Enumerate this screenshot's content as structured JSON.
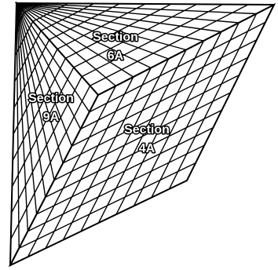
{
  "grid_divisions": 10,
  "colors": {
    "line": "#000000",
    "background": "#ffffff"
  },
  "sections": [
    {
      "id": "6A",
      "line1": "Section",
      "line2": "6A"
    },
    {
      "id": "9A",
      "line1": "Section",
      "line2": "9A"
    },
    {
      "id": "4A",
      "line1": "Section",
      "line2": "4A"
    }
  ]
}
